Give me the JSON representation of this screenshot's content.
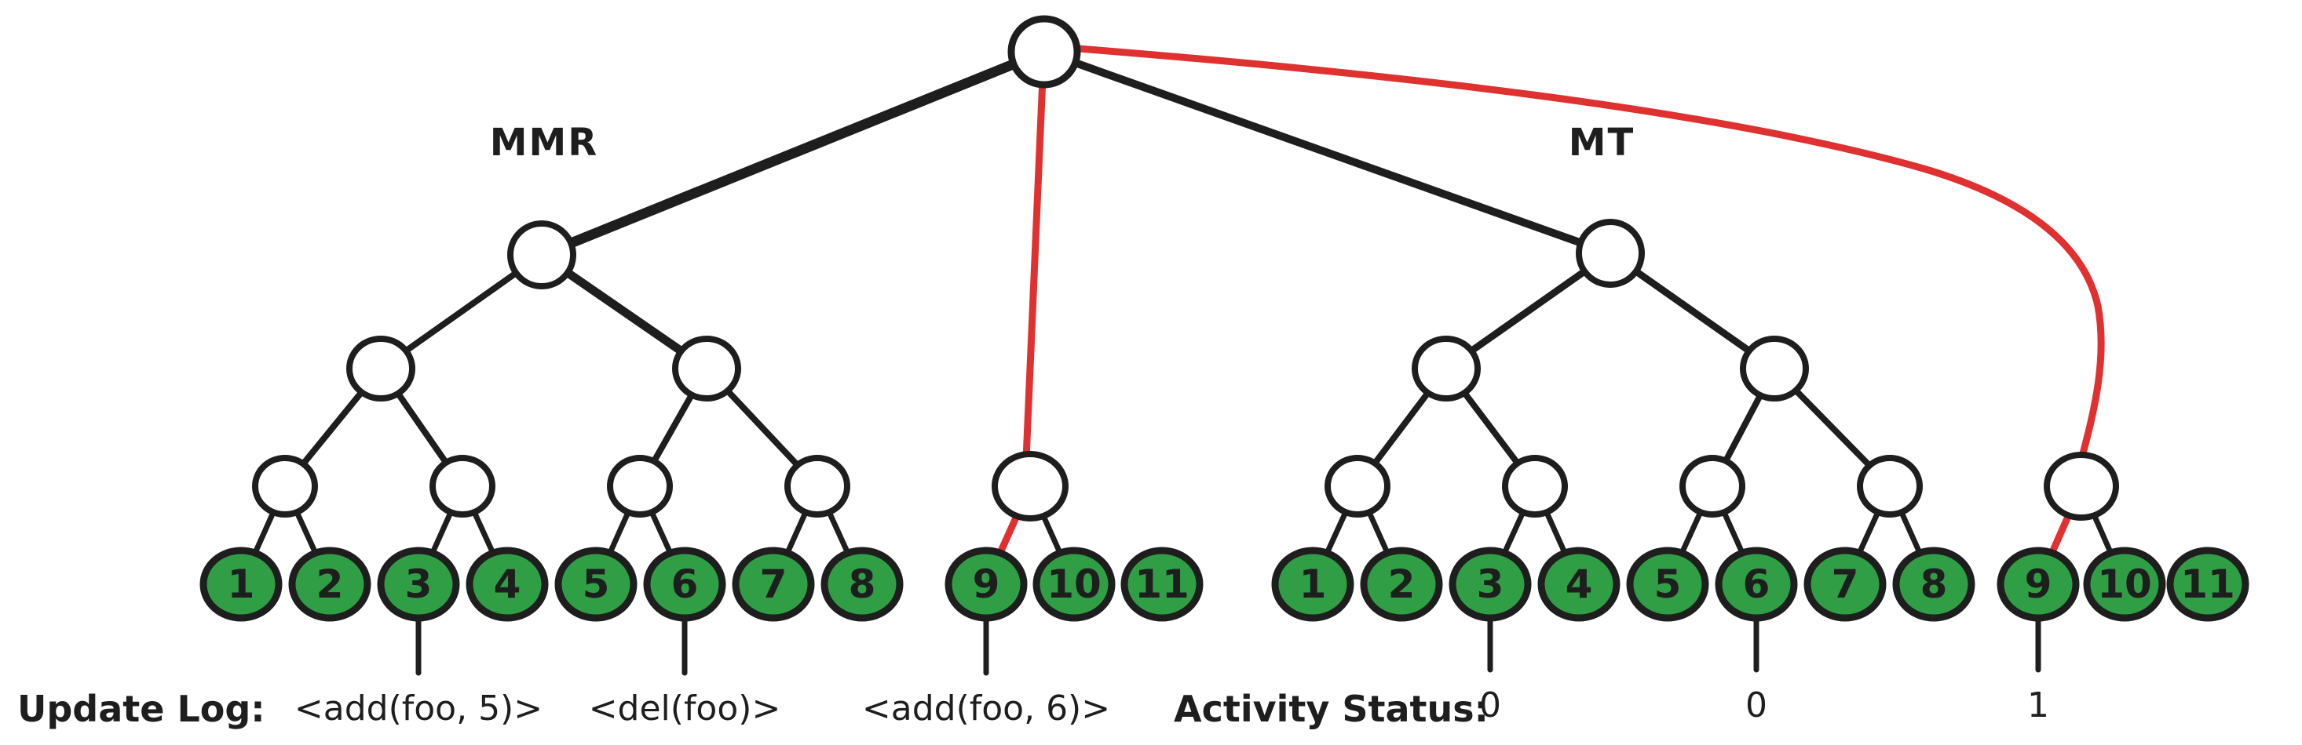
{
  "figure": {
    "title_left": "MMR",
    "title_right": "MT",
    "trees": [
      {
        "name": "MMR",
        "leaves": [
          "1",
          "2",
          "3",
          "4",
          "5",
          "6",
          "7",
          "8",
          "9",
          "10",
          "11"
        ]
      },
      {
        "name": "MT",
        "leaves": [
          "1",
          "2",
          "3",
          "4",
          "5",
          "6",
          "7",
          "8",
          "9",
          "10",
          "11"
        ]
      }
    ],
    "update_log": {
      "label": "Update Log:",
      "entries": [
        "<add(foo, 5)>",
        "<del(foo)>",
        "<add(foo, 6)>"
      ]
    },
    "activity_status": {
      "label": "Activity Status:",
      "values": [
        "0",
        "0",
        "1"
      ]
    },
    "colors": {
      "leaf_fill": "#2f9e44",
      "stroke": "#1e1e1e",
      "highlight_red": "#e03131",
      "background": "#ffffff"
    }
  }
}
